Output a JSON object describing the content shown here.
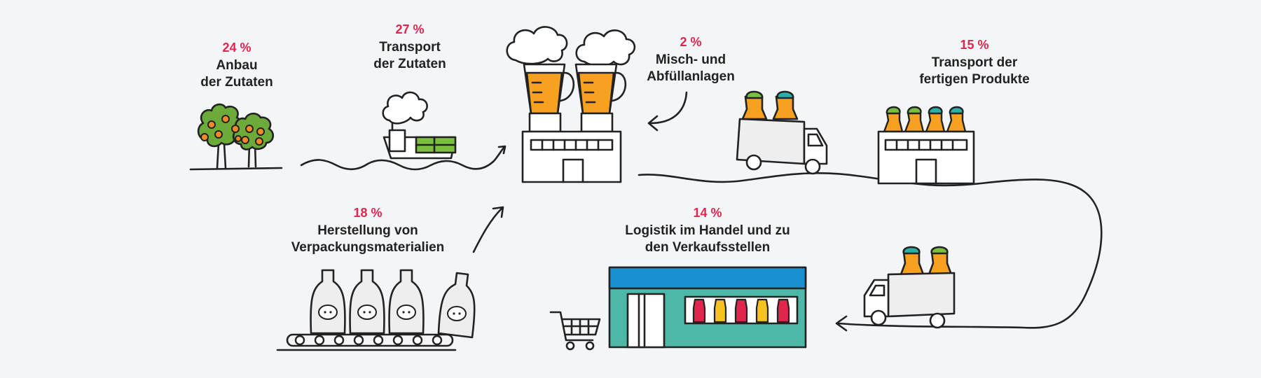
{
  "colors": {
    "ink": "#222222",
    "percent": "#e0264d",
    "juice_orange": "#f6a11f",
    "tree_green": "#6cab3a",
    "fruit_orange": "#f08b2c",
    "store_blue": "#1a8fd0",
    "store_teal": "#4db8a8",
    "cap_teal": "#2ab0a6",
    "cap_green": "#7bbf3f"
  },
  "steps": [
    {
      "id": "anbau",
      "percent": "24 %",
      "lines": [
        "Anbau",
        "der Zutaten"
      ],
      "icon": "orange-trees-icon"
    },
    {
      "id": "transport-zutaten",
      "percent": "27 %",
      "lines": [
        "Transport",
        "der Zutaten"
      ],
      "icon": "cargo-ship-icon"
    },
    {
      "id": "misch",
      "percent": "2 %",
      "lines": [
        "Misch- und",
        "Abfüllanlagen"
      ],
      "icon": "factory-blenders-icon"
    },
    {
      "id": "transport-produkte",
      "percent": "15 %",
      "lines": [
        "Transport der",
        "fertigen Produkte"
      ],
      "icon": "delivery-truck-icon"
    },
    {
      "id": "verpackung",
      "percent": "18 %",
      "lines": [
        "Herstellung von",
        "Verpackungsmaterialien"
      ],
      "icon": "bottle-conveyor-icon"
    },
    {
      "id": "logistik",
      "percent": "14 %",
      "lines": [
        "Logistik im Handel und zu",
        "den Verkaufsstellen"
      ],
      "icon": "retail-store-icon"
    }
  ]
}
